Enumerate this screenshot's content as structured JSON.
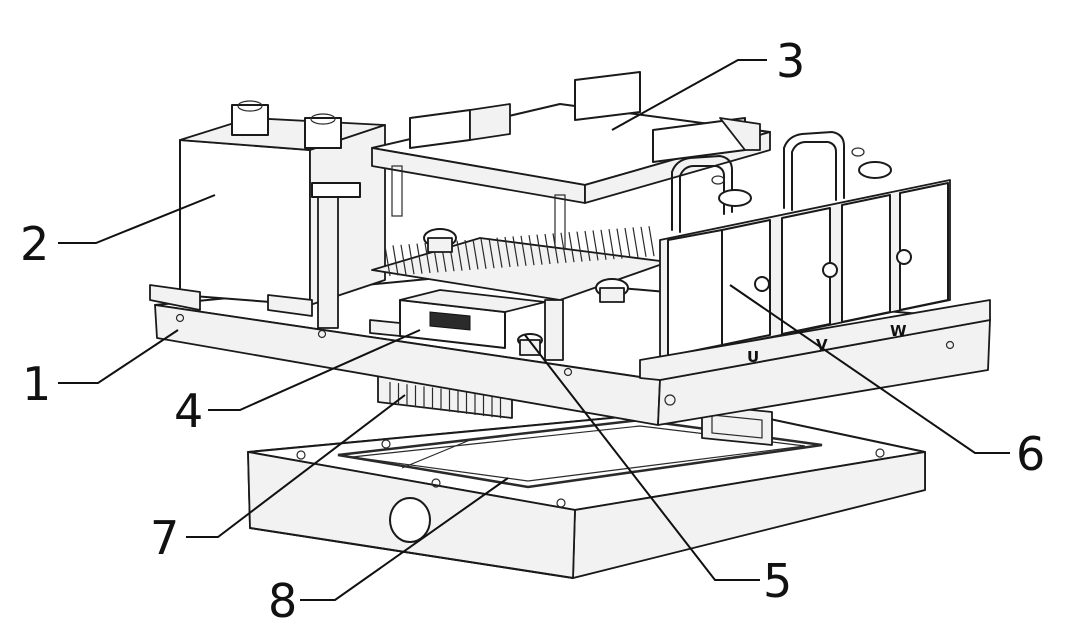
{
  "callouts": [
    {
      "id": "1",
      "label": "1"
    },
    {
      "id": "2",
      "label": "2"
    },
    {
      "id": "3",
      "label": "3"
    },
    {
      "id": "4",
      "label": "4"
    },
    {
      "id": "5",
      "label": "5"
    },
    {
      "id": "6",
      "label": "6"
    },
    {
      "id": "7",
      "label": "7"
    },
    {
      "id": "8",
      "label": "8"
    }
  ],
  "phase_marks": {
    "u": "U",
    "v": "V",
    "w": "W"
  }
}
